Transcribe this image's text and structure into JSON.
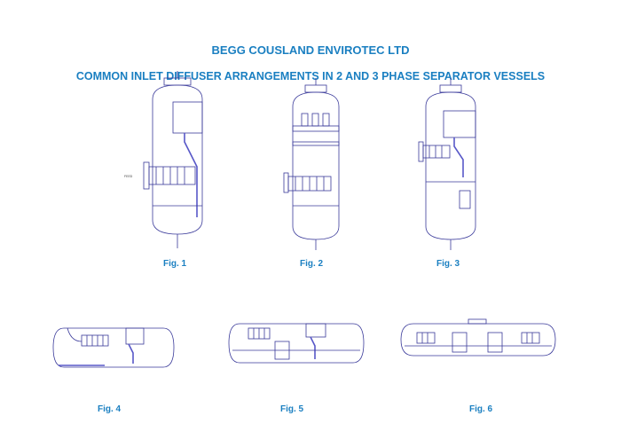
{
  "header": {
    "title": "BEGG COUSLAND ENVIROTEC LTD",
    "subtitle": "COMMON INLET DIFFUSER ARRANGEMENTS IN 2 AND 3 PHASE SEPARATOR VESSELS"
  },
  "figures": [
    {
      "label": "Fig. 1"
    },
    {
      "label": "Fig. 2"
    },
    {
      "label": "Fig. 3"
    },
    {
      "label": "Fig. 4"
    },
    {
      "label": "Fig. 5"
    },
    {
      "label": "Fig. 6"
    }
  ],
  "labels": {
    "feed": "FEED"
  },
  "colors": {
    "accent": "#1a7fc1",
    "line": "#3a3a9a"
  }
}
